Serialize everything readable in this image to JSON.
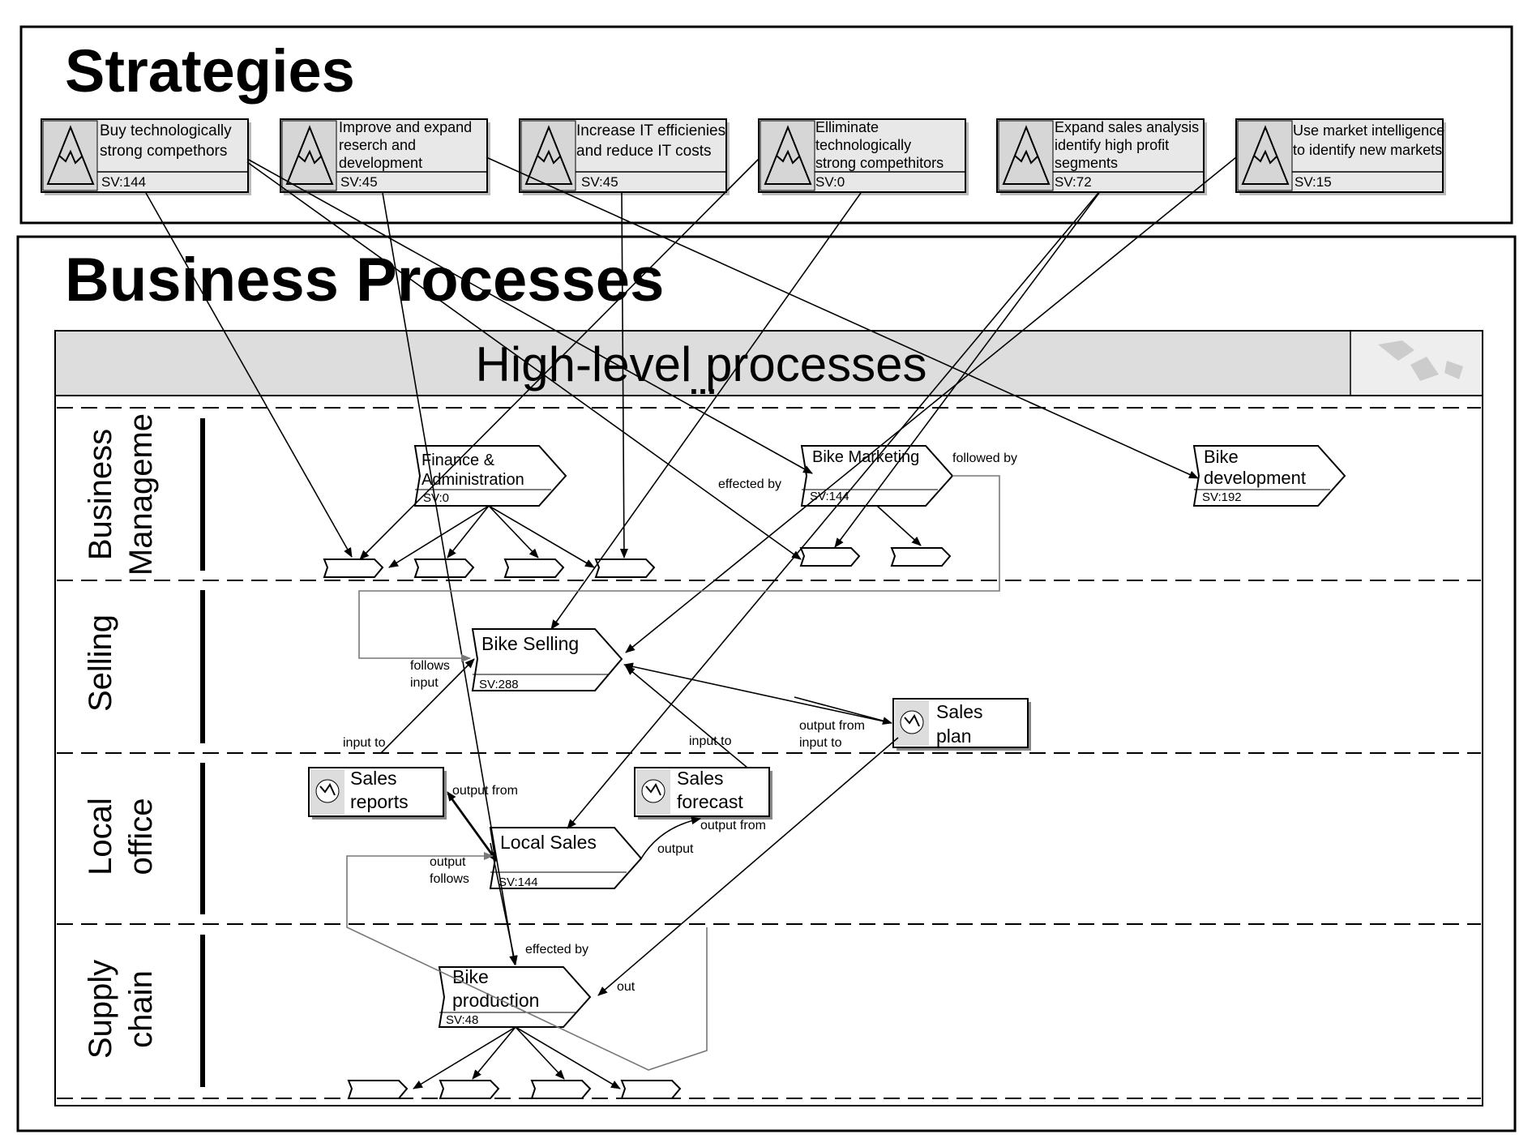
{
  "strategies": {
    "title": "Strategies",
    "items": [
      {
        "lines": [
          "Buy technologically",
          "strong compethors"
        ],
        "sv": "SV:144"
      },
      {
        "lines": [
          "Improve and expand",
          "reserch and",
          "development"
        ],
        "sv": "SV:45"
      },
      {
        "lines": [
          "Increase IT efficienies",
          "and reduce IT costs"
        ],
        "sv": "SV:45"
      },
      {
        "lines": [
          "Elliminate",
          "technologically",
          "strong compethitors"
        ],
        "sv": "SV:0"
      },
      {
        "lines": [
          "Expand sales analysis",
          "identify high profit",
          "segments"
        ],
        "sv": "SV:72"
      },
      {
        "lines": [
          "Use market intelligence",
          "to identify new markets"
        ],
        "sv": "SV:15"
      }
    ]
  },
  "business_processes": {
    "title": "Business Processes",
    "banner": "High-level processes",
    "banner_dots": "...",
    "lanes": [
      {
        "lines": [
          "Business",
          "Manageme"
        ]
      },
      {
        "lines": [
          "Selling"
        ]
      },
      {
        "lines": [
          "Local",
          "office"
        ]
      },
      {
        "lines": [
          "Supply",
          "chain"
        ]
      }
    ],
    "processes": [
      {
        "id": "fin",
        "lines": [
          "Finance &",
          "Administration"
        ],
        "sv": "SV:0"
      },
      {
        "id": "mkt",
        "lines": [
          "Bike Marketing"
        ],
        "sv": "SV:144"
      },
      {
        "id": "dev",
        "lines": [
          "Bike",
          "development"
        ],
        "sv": "SV:192"
      },
      {
        "id": "sell",
        "lines": [
          "Bike Selling"
        ],
        "sv": "SV:288"
      },
      {
        "id": "local",
        "lines": [
          "Local Sales"
        ],
        "sv": "SV:144"
      },
      {
        "id": "prod",
        "lines": [
          "Bike",
          "production"
        ],
        "sv": "SV:48"
      }
    ],
    "documents": [
      {
        "id": "plan",
        "lines": [
          "Sales",
          "plan"
        ]
      },
      {
        "id": "reports",
        "lines": [
          "Sales",
          "reports"
        ]
      },
      {
        "id": "forecast",
        "lines": [
          "Sales",
          "forecast"
        ]
      }
    ],
    "link_labels": {
      "effected_by_1": "effected by",
      "followed_by": "followed by",
      "follows_input": [
        "follows",
        "input"
      ],
      "input_to_1": "input to",
      "input_to_2": "input to",
      "output_from_input_to": [
        "output from",
        "input to"
      ],
      "output_from_1": "output from",
      "output_from_2": "output from",
      "output": "output",
      "output_follows": [
        "output",
        "follows"
      ],
      "effected_by_2": "effected by",
      "out": "out"
    }
  }
}
